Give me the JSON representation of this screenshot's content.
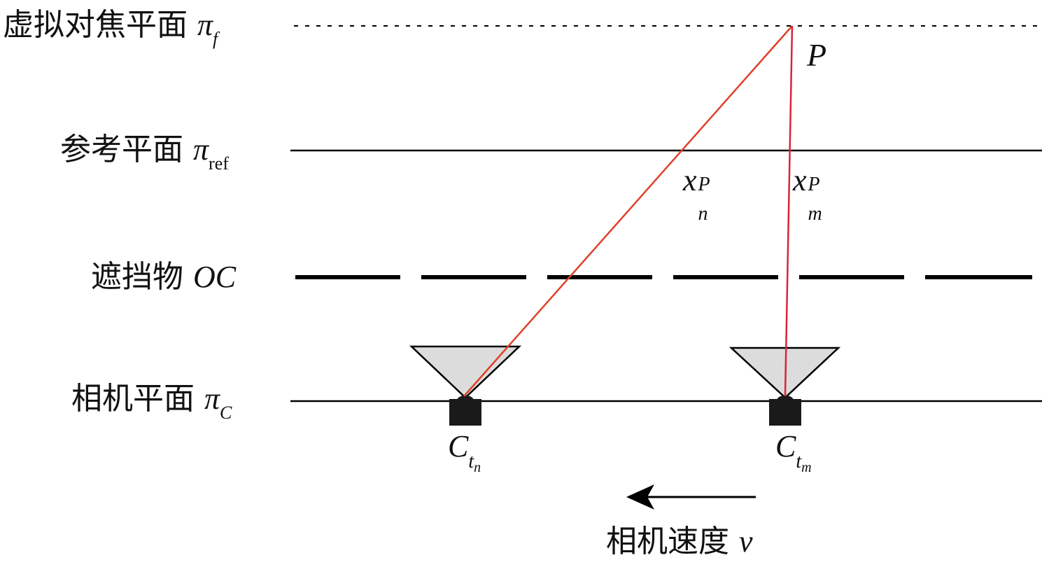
{
  "labels": {
    "virtual_focus": {
      "cn": "虚拟对焦平面",
      "sym": "π",
      "sub": "f"
    },
    "reference": {
      "cn": "参考平面",
      "sym": "π",
      "sub": "ref"
    },
    "occluder": {
      "cn": "遮挡物",
      "sym": "OC"
    },
    "camera_plane": {
      "cn": "相机平面",
      "sym": "π",
      "sub": "C"
    },
    "point": "P",
    "proj_n": {
      "base": "x",
      "sup": "P",
      "sub": "n"
    },
    "proj_m": {
      "base": "x",
      "sup": "P",
      "sub": "m"
    },
    "cam_n": {
      "base": "C",
      "sub": "t",
      "subsub": "n"
    },
    "cam_m": {
      "base": "C",
      "sub": "t",
      "subsub": "m"
    },
    "velocity": {
      "cn": "相机速度",
      "sym": "v"
    }
  },
  "colors": {
    "line": "#000000",
    "ray_n": "#e0402a",
    "ray_m": "#d8243a",
    "frustum_fill": "#dcdcdc",
    "camera_body": "#1a1a1a"
  }
}
